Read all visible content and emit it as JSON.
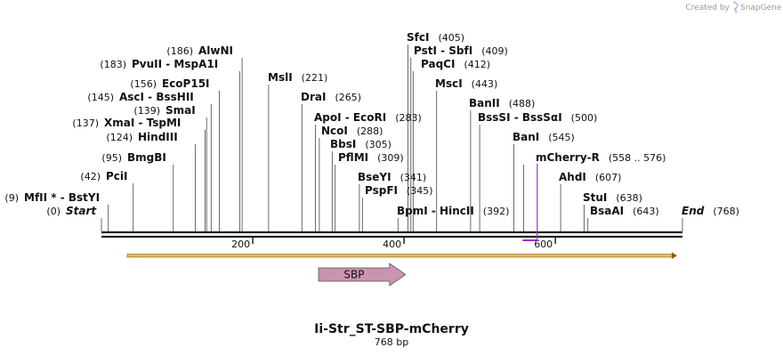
{
  "credit": "Created by",
  "brand": "SnapGene",
  "title": "Ii-Str_ST-SBP-mCherry",
  "subtitle": "768 bp",
  "sequence_length": 768,
  "scale_ticks": [
    200,
    400,
    600
  ],
  "sites": [
    {
      "name": "Start",
      "pos": 0,
      "label": "(0)"
    },
    {
      "name": "MfII * - BstYI",
      "pos": 9,
      "label": "(9)"
    },
    {
      "name": "PciI",
      "pos": 42,
      "label": "(42)"
    },
    {
      "name": "BmgBI",
      "pos": 95,
      "label": "(95)"
    },
    {
      "name": "HindIII",
      "pos": 124,
      "label": "(124)"
    },
    {
      "name": "XmaI - TspMI",
      "pos": 137,
      "label": "(137)"
    },
    {
      "name": "SmaI",
      "pos": 139,
      "label": "(139)"
    },
    {
      "name": "AscI - BssHII",
      "pos": 145,
      "label": "(145)"
    },
    {
      "name": "EcoP15I",
      "pos": 156,
      "label": "(156)"
    },
    {
      "name": "PvuII - MspA1I",
      "pos": 183,
      "label": "(183)"
    },
    {
      "name": "AlwNI",
      "pos": 186,
      "label": "(186)"
    },
    {
      "name": "MslI",
      "pos": 221,
      "label": "(221)"
    },
    {
      "name": "DraI",
      "pos": 265,
      "label": "(265)"
    },
    {
      "name": "ApoI - EcoRI",
      "pos": 283,
      "label": "(283)"
    },
    {
      "name": "NcoI",
      "pos": 288,
      "label": "(288)"
    },
    {
      "name": "BbsI",
      "pos": 305,
      "label": "(305)"
    },
    {
      "name": "PflMI",
      "pos": 309,
      "label": "(309)"
    },
    {
      "name": "BseYI",
      "pos": 341,
      "label": "(341)"
    },
    {
      "name": "PspFI",
      "pos": 345,
      "label": "(345)"
    },
    {
      "name": "BpmI - HincII",
      "pos": 392,
      "label": "(392)"
    },
    {
      "name": "SfcI",
      "pos": 405,
      "label": "(405)"
    },
    {
      "name": "PstI - SbfI",
      "pos": 409,
      "label": "(409)"
    },
    {
      "name": "PaqCI",
      "pos": 412,
      "label": "(412)"
    },
    {
      "name": "MscI",
      "pos": 443,
      "label": "(443)"
    },
    {
      "name": "BanII",
      "pos": 488,
      "label": "(488)"
    },
    {
      "name": "BssSI - BssSαI",
      "pos": 500,
      "label": "(500)"
    },
    {
      "name": "BanI",
      "pos": 545,
      "label": "(545)"
    },
    {
      "name": "mCherry-R",
      "pos": 558,
      "label": "(558 .. 576)"
    },
    {
      "name": "AhdI",
      "pos": 607,
      "label": "(607)"
    },
    {
      "name": "StuI",
      "pos": 638,
      "label": "(638)"
    },
    {
      "name": "BsaAI",
      "pos": 643,
      "label": "(643)"
    },
    {
      "name": "End",
      "pos": 768,
      "label": "(768)"
    }
  ],
  "features": [
    {
      "name": "SBP",
      "start": 287,
      "end": 402,
      "color": "#c994b0"
    },
    {
      "name": "",
      "start": 34,
      "end": 761,
      "color": "#e8b866"
    }
  ],
  "primer": {
    "name": "mCherry-R",
    "start": 558,
    "end": 576,
    "color": "#9b30d0"
  },
  "colors": {
    "backbone": "#222222",
    "label": "#111111",
    "primer": "#9b30d0",
    "orf": "#e8b866",
    "sbp": "#c994b0"
  }
}
